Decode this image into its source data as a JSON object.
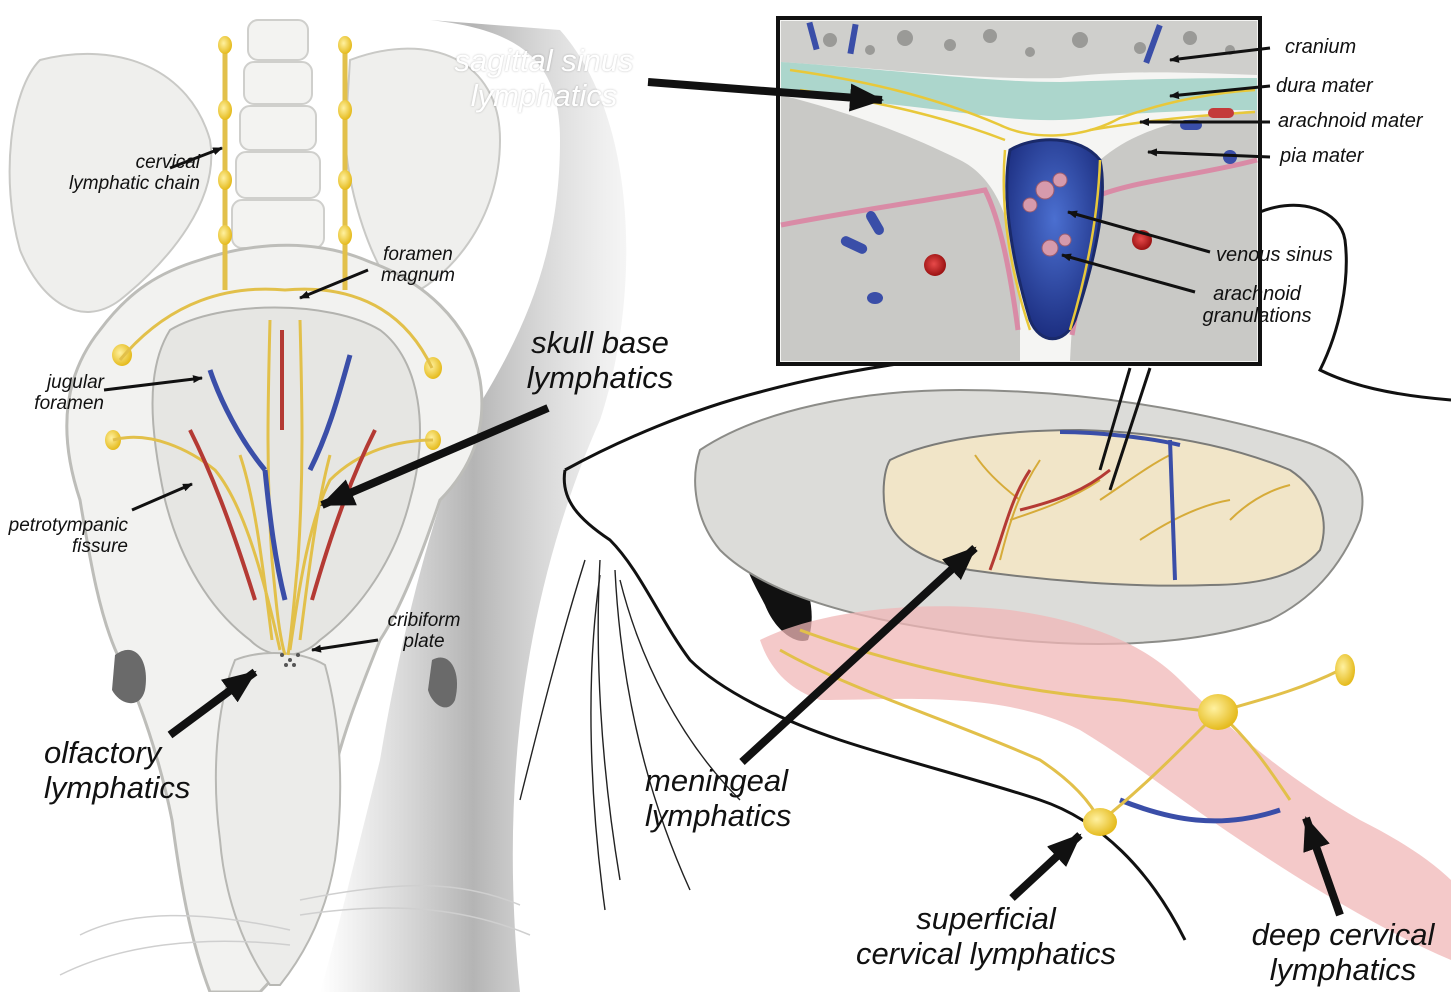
{
  "colors": {
    "lymphatic": "#e2c04a",
    "lymph_node": "#f1cf3a",
    "vein": "#3a4ea8",
    "artery": "#b43a34",
    "bone": "#ecebe8",
    "muscle": "#f0b7b7",
    "outline": "#111111"
  },
  "left_panel": {
    "labels": {
      "cervical_chain": [
        "cervical",
        "lymphatic chain"
      ],
      "foramen_magnum": [
        "foramen",
        "magnum"
      ],
      "jugular_foramen": [
        "jugular",
        "foramen"
      ],
      "petrotympanic_fissure": [
        "petrotympanic",
        "fissure"
      ],
      "cribiform_plate": [
        "cribiform",
        "plate"
      ],
      "skull_base_lymphatics": [
        "skull base",
        "lymphatics"
      ],
      "olfactory_lymphatics": [
        "olfactory",
        "lymphatics"
      ]
    }
  },
  "inset": {
    "labels": {
      "sagittal_sinus_lymphatics": [
        "sagittal sinus",
        "lymphatics"
      ],
      "cranium": "cranium",
      "dura_mater": "dura mater",
      "arachnoid_mater": "arachnoid mater",
      "pia_mater": "pia mater",
      "venous_sinus": "venous sinus",
      "arachnoid_granulations": [
        "arachnoid",
        "granulations"
      ]
    }
  },
  "right_panel": {
    "labels": {
      "meningeal_lymphatics": [
        "meningeal",
        "lymphatics"
      ],
      "superficial_cervical_lymphatics": [
        "superficial",
        "cervical lymphatics"
      ],
      "deep_cervical_lymphatics": [
        "deep cervical",
        "lymphatics"
      ]
    }
  }
}
